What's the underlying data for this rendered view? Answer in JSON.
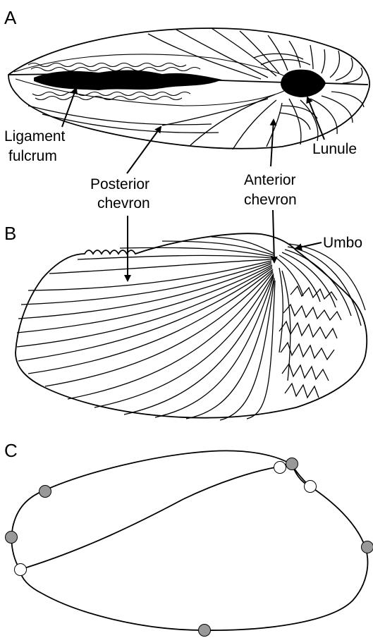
{
  "panels": {
    "a": {
      "label": "A",
      "annotations": {
        "ligament_line1": "Ligament",
        "ligament_line2": "fulcrum",
        "posterior_line1": "Posterior",
        "posterior_line2": "chevron",
        "anterior_line1": "Anterior",
        "anterior_line2": "chevron",
        "lunule": "Lunule"
      }
    },
    "b": {
      "label": "B",
      "annotations": {
        "umbo": "Umbo"
      }
    },
    "c": {
      "label": "C",
      "landmark_colors": {
        "filled": "#999999",
        "open": "#ffffff"
      }
    }
  }
}
